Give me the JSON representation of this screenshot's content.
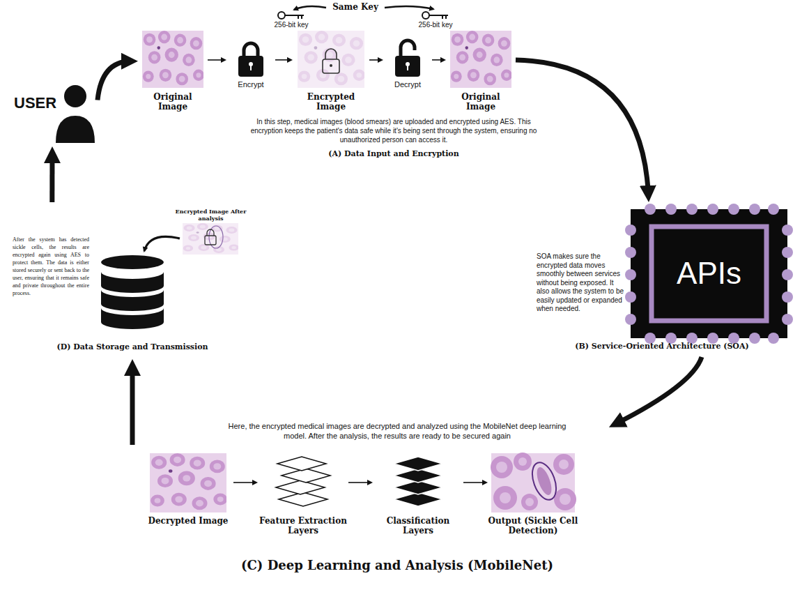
{
  "diagram": {
    "nodes": [
      {
        "text": [
          "USER"
        ]
      },
      {
        "text": [
          "Original Image"
        ]
      },
      {
        "text": [
          "Encrypt"
        ]
      },
      {
        "text": [
          "Encrypted Image"
        ]
      },
      {
        "text": [
          "Decrypt"
        ]
      },
      {
        "text": [
          "Original Image"
        ]
      },
      {
        "text": [
          "SOA makes sure the encrypted data moves smoothly between services without being exposed. It also allows the system to be easily updated or expanded when needed.",
          "(B) Service-Oriented Architecture (SOA)"
        ]
      },
      {
        "text": [
          "APIs"
        ],
        "in": 6
      },
      {
        "text": [
          "Here, the encrypted medical images are decrypted and analyzed using the MobileNet deep learning model. After the analysis, the results are ready to be secured again",
          "(C) Deep Learning and Analysis (MobileNet)"
        ]
      },
      {
        "text": [
          "Decrypted Image"
        ],
        "in": 8
      },
      {
        "text": [
          "Feature Extraction Layers"
        ],
        "in": 8
      },
      {
        "text": [
          "Classification Layers"
        ],
        "in": 8
      },
      {
        "text": [
          "Output (Sickle Cell Detection)"
        ],
        "in": 8
      },
      {
        "text": [
          "After the system has detected sickle cells, the results are encrypted again using AES to protect them. The data is either stored securely or sent back to the user, ensuring that it remains safe and private throughout the entire process.",
          "(D) Data Storage and Transmission"
        ]
      },
      {
        "text": [
          "Encrypted Image After analysis"
        ],
        "in": 13
      }
    ],
    "edges": [
      {
        "from": 0,
        "to": 1,
        "arrow": "to"
      },
      {
        "from": 1,
        "to": 2,
        "arrow": "to"
      },
      {
        "from": 2,
        "to": 3,
        "arrow": "to"
      },
      {
        "from": 3,
        "to": 4,
        "arrow": "to"
      },
      {
        "from": 4,
        "to": 5,
        "arrow": "to"
      },
      {
        "from": 5,
        "to": 6,
        "arrow": "to"
      },
      {
        "from": 6,
        "to": 8,
        "arrow": "to"
      },
      {
        "from": 8,
        "to": 13,
        "arrow": "to"
      },
      {
        "from": 13,
        "to": 0,
        "arrow": "to"
      },
      {
        "from": 9,
        "to": 10,
        "arrow": "to"
      },
      {
        "from": 10,
        "to": 11,
        "arrow": "to"
      },
      {
        "from": 11,
        "to": 12,
        "arrow": "to"
      }
    ],
    "labels": [
      "Same Key",
      "256-bit key",
      "256-bit key",
      "In this step, medical images (blood smears) are uploaded and encrypted using AES. This encryption keeps the patient's data safe while it's being sent through the system, ensuring no unauthorized person can access it.",
      "(A) Data Input and Encryption"
    ]
  }
}
